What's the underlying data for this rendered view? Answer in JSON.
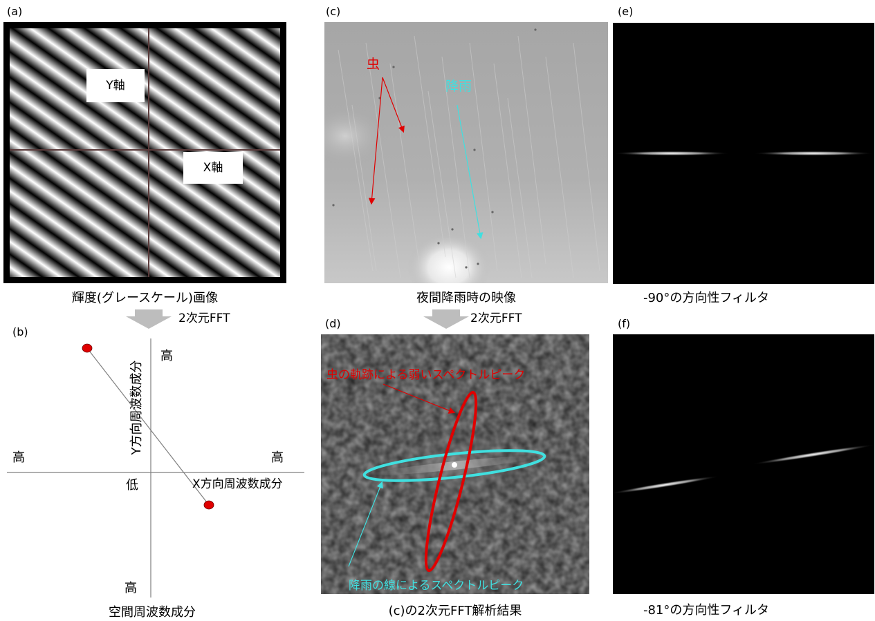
{
  "panels": {
    "a": {
      "label": "(a)",
      "y_axis_tag": "Y軸",
      "x_axis_tag": "X軸",
      "caption": "輝度(グレースケール)画像"
    },
    "b": {
      "label": "(b)",
      "fft_label": "2次元FFT",
      "y_axis_label": "Y方向周波数成分",
      "x_axis_label": "X方向周波数成分",
      "high_top": "高",
      "high_left": "高",
      "high_right": "高",
      "high_bottom": "高",
      "low_center": "低",
      "caption": "空間周波数成分",
      "point_color": "#e00000"
    },
    "c": {
      "label": "(c)",
      "insect_label": "虫",
      "rain_label": "降雨",
      "caption": "夜間降雨時の映像",
      "insect_color": "#e00000",
      "rain_color": "#40e0e0"
    },
    "d": {
      "label": "(d)",
      "fft_label": "2次元FFT",
      "insect_peak_label": "虫の軌跡による弱いスペクトルピーク",
      "rain_peak_label": "降雨の線によるスペクトルピーク",
      "caption": "(c)の2次元FFT解析結果"
    },
    "e": {
      "label": "(e)",
      "caption": "-90°の方向性フィルタ"
    },
    "f": {
      "label": "(f)",
      "caption": "-81°の方向性フィルタ"
    }
  }
}
